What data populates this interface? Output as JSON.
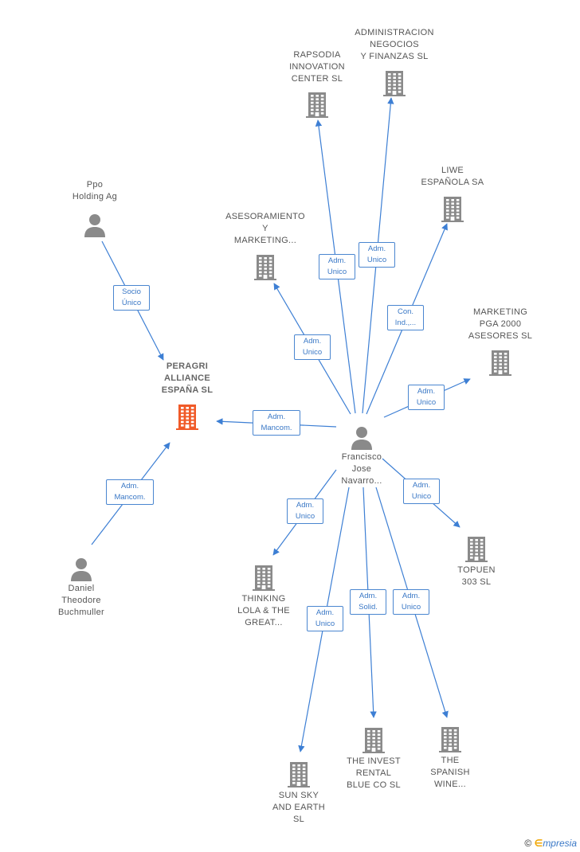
{
  "colors": {
    "edge": "#3d7fd4",
    "node_icon": "#8a8a8a",
    "main_icon": "#f05a28",
    "badge_border": "#4a86d0",
    "badge_text": "#3a78c6"
  },
  "nodes": [
    {
      "id": "rapsodia",
      "type": "company",
      "lines": [
        "RAPSODIA",
        "INNOVATION",
        "CENTER  SL"
      ]
    },
    {
      "id": "administracion",
      "type": "company",
      "lines": [
        "ADMINISTRACION",
        "NEGOCIOS",
        "Y FINANZAS SL"
      ]
    },
    {
      "id": "liwe",
      "type": "company",
      "lines": [
        "LIWE",
        "ESPAÑOLA SA"
      ]
    },
    {
      "id": "asesoramiento",
      "type": "company",
      "lines": [
        "ASESORAMIENTO",
        "Y",
        "MARKETING..."
      ]
    },
    {
      "id": "marketing_pga",
      "type": "company",
      "lines": [
        "MARKETING",
        "PGA 2000",
        "ASESORES SL"
      ]
    },
    {
      "id": "ppo",
      "type": "person",
      "lines": [
        "Ppo",
        "Holding Ag"
      ]
    },
    {
      "id": "peragri",
      "type": "main",
      "lines": [
        "PERAGRI",
        "ALLIANCE",
        "ESPAÑA  SL"
      ]
    },
    {
      "id": "francisco",
      "type": "person",
      "lines": [
        "Francisco",
        "Jose",
        "Navarro..."
      ]
    },
    {
      "id": "daniel",
      "type": "person",
      "lines": [
        "Daniel",
        "Theodore",
        "Buchmuller"
      ]
    },
    {
      "id": "thinking",
      "type": "company",
      "lines": [
        "THINKING",
        "LOLA & THE",
        "GREAT..."
      ]
    },
    {
      "id": "topuen",
      "type": "company",
      "lines": [
        "TOPUEN",
        "303  SL"
      ]
    },
    {
      "id": "sunsky",
      "type": "company",
      "lines": [
        "SUN SKY",
        "AND EARTH",
        "SL"
      ]
    },
    {
      "id": "theinvest",
      "type": "company",
      "lines": [
        "THE INVEST",
        "RENTAL",
        "BLUE CO  SL"
      ]
    },
    {
      "id": "thespanish",
      "type": "company",
      "lines": [
        "THE",
        "SPANISH",
        "WINE..."
      ]
    }
  ],
  "edges": [
    {
      "from": "francisco",
      "to": "rapsodia",
      "lines": [
        "Adm.",
        "Unico"
      ]
    },
    {
      "from": "francisco",
      "to": "administracion",
      "lines": [
        "Adm.",
        "Unico"
      ]
    },
    {
      "from": "francisco",
      "to": "liwe",
      "lines": [
        "Con.",
        "Ind.,..."
      ]
    },
    {
      "from": "francisco",
      "to": "asesoramiento",
      "lines": [
        "Adm.",
        "Unico"
      ]
    },
    {
      "from": "francisco",
      "to": "marketing_pga",
      "lines": [
        "Adm.",
        "Unico"
      ]
    },
    {
      "from": "ppo",
      "to": "peragri",
      "lines": [
        "Socio",
        "Único"
      ]
    },
    {
      "from": "francisco",
      "to": "peragri",
      "lines": [
        "Adm.",
        "Mancom."
      ]
    },
    {
      "from": "daniel",
      "to": "peragri",
      "lines": [
        "Adm.",
        "Mancom."
      ]
    },
    {
      "from": "francisco",
      "to": "thinking",
      "lines": [
        "Adm.",
        "Unico"
      ]
    },
    {
      "from": "francisco",
      "to": "topuen",
      "lines": [
        "Adm.",
        "Unico"
      ]
    },
    {
      "from": "francisco",
      "to": "sunsky",
      "lines": [
        "Adm.",
        "Unico"
      ]
    },
    {
      "from": "francisco",
      "to": "theinvest",
      "lines": [
        "Adm.",
        "Solid."
      ]
    },
    {
      "from": "francisco",
      "to": "thespanish",
      "lines": [
        "Adm.",
        "Unico"
      ]
    }
  ],
  "footer": {
    "copyright": "©",
    "brand_first": "∈",
    "brand_rest": "mpresia"
  }
}
